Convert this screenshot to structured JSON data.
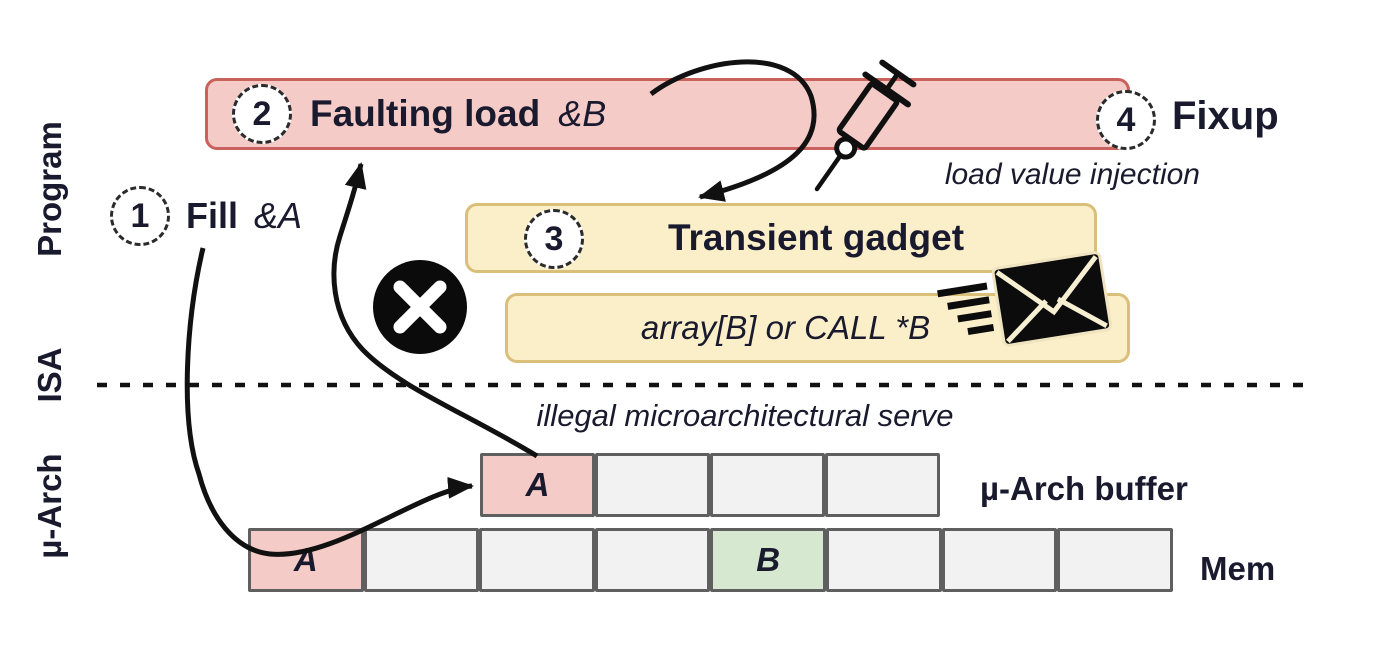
{
  "side_labels": {
    "program": "Program",
    "isa": "ISA",
    "uarch": "µ-Arch"
  },
  "steps": {
    "s1": {
      "num": "1",
      "label": "Fill",
      "operand": "&A"
    },
    "s2": {
      "num": "2",
      "label": "Faulting load",
      "operand": "&B"
    },
    "s3": {
      "num": "3",
      "label": "Transient gadget"
    },
    "s4": {
      "num": "4",
      "label": "Fixup"
    }
  },
  "annotations": {
    "injection": "load value injection",
    "illegal_serve": "illegal microarchitectural serve",
    "gadget_code": "array[B] or CALL *B"
  },
  "buffer_row": {
    "label": "µ-Arch buffer",
    "cells": [
      "A",
      "",
      "",
      ""
    ]
  },
  "mem_row": {
    "label": "Mem",
    "cells": [
      "A",
      "",
      "",
      "",
      "B",
      "",
      "",
      ""
    ]
  },
  "icons": {
    "syringe": "syringe-icon",
    "envelope": "speeding-envelope-icon",
    "blocked": "blocked-cross-icon"
  },
  "colors": {
    "pink_fill": "#f5cbc7",
    "pink_border": "#c9615c",
    "yellow_fill": "#faefc9",
    "yellow_border": "#d9bf77",
    "green_fill": "#d7e8d1",
    "cell_fill": "#f2f2f2",
    "cell_border": "#5f5f5f",
    "ink": "#1a1a2e",
    "line": "#111111"
  }
}
